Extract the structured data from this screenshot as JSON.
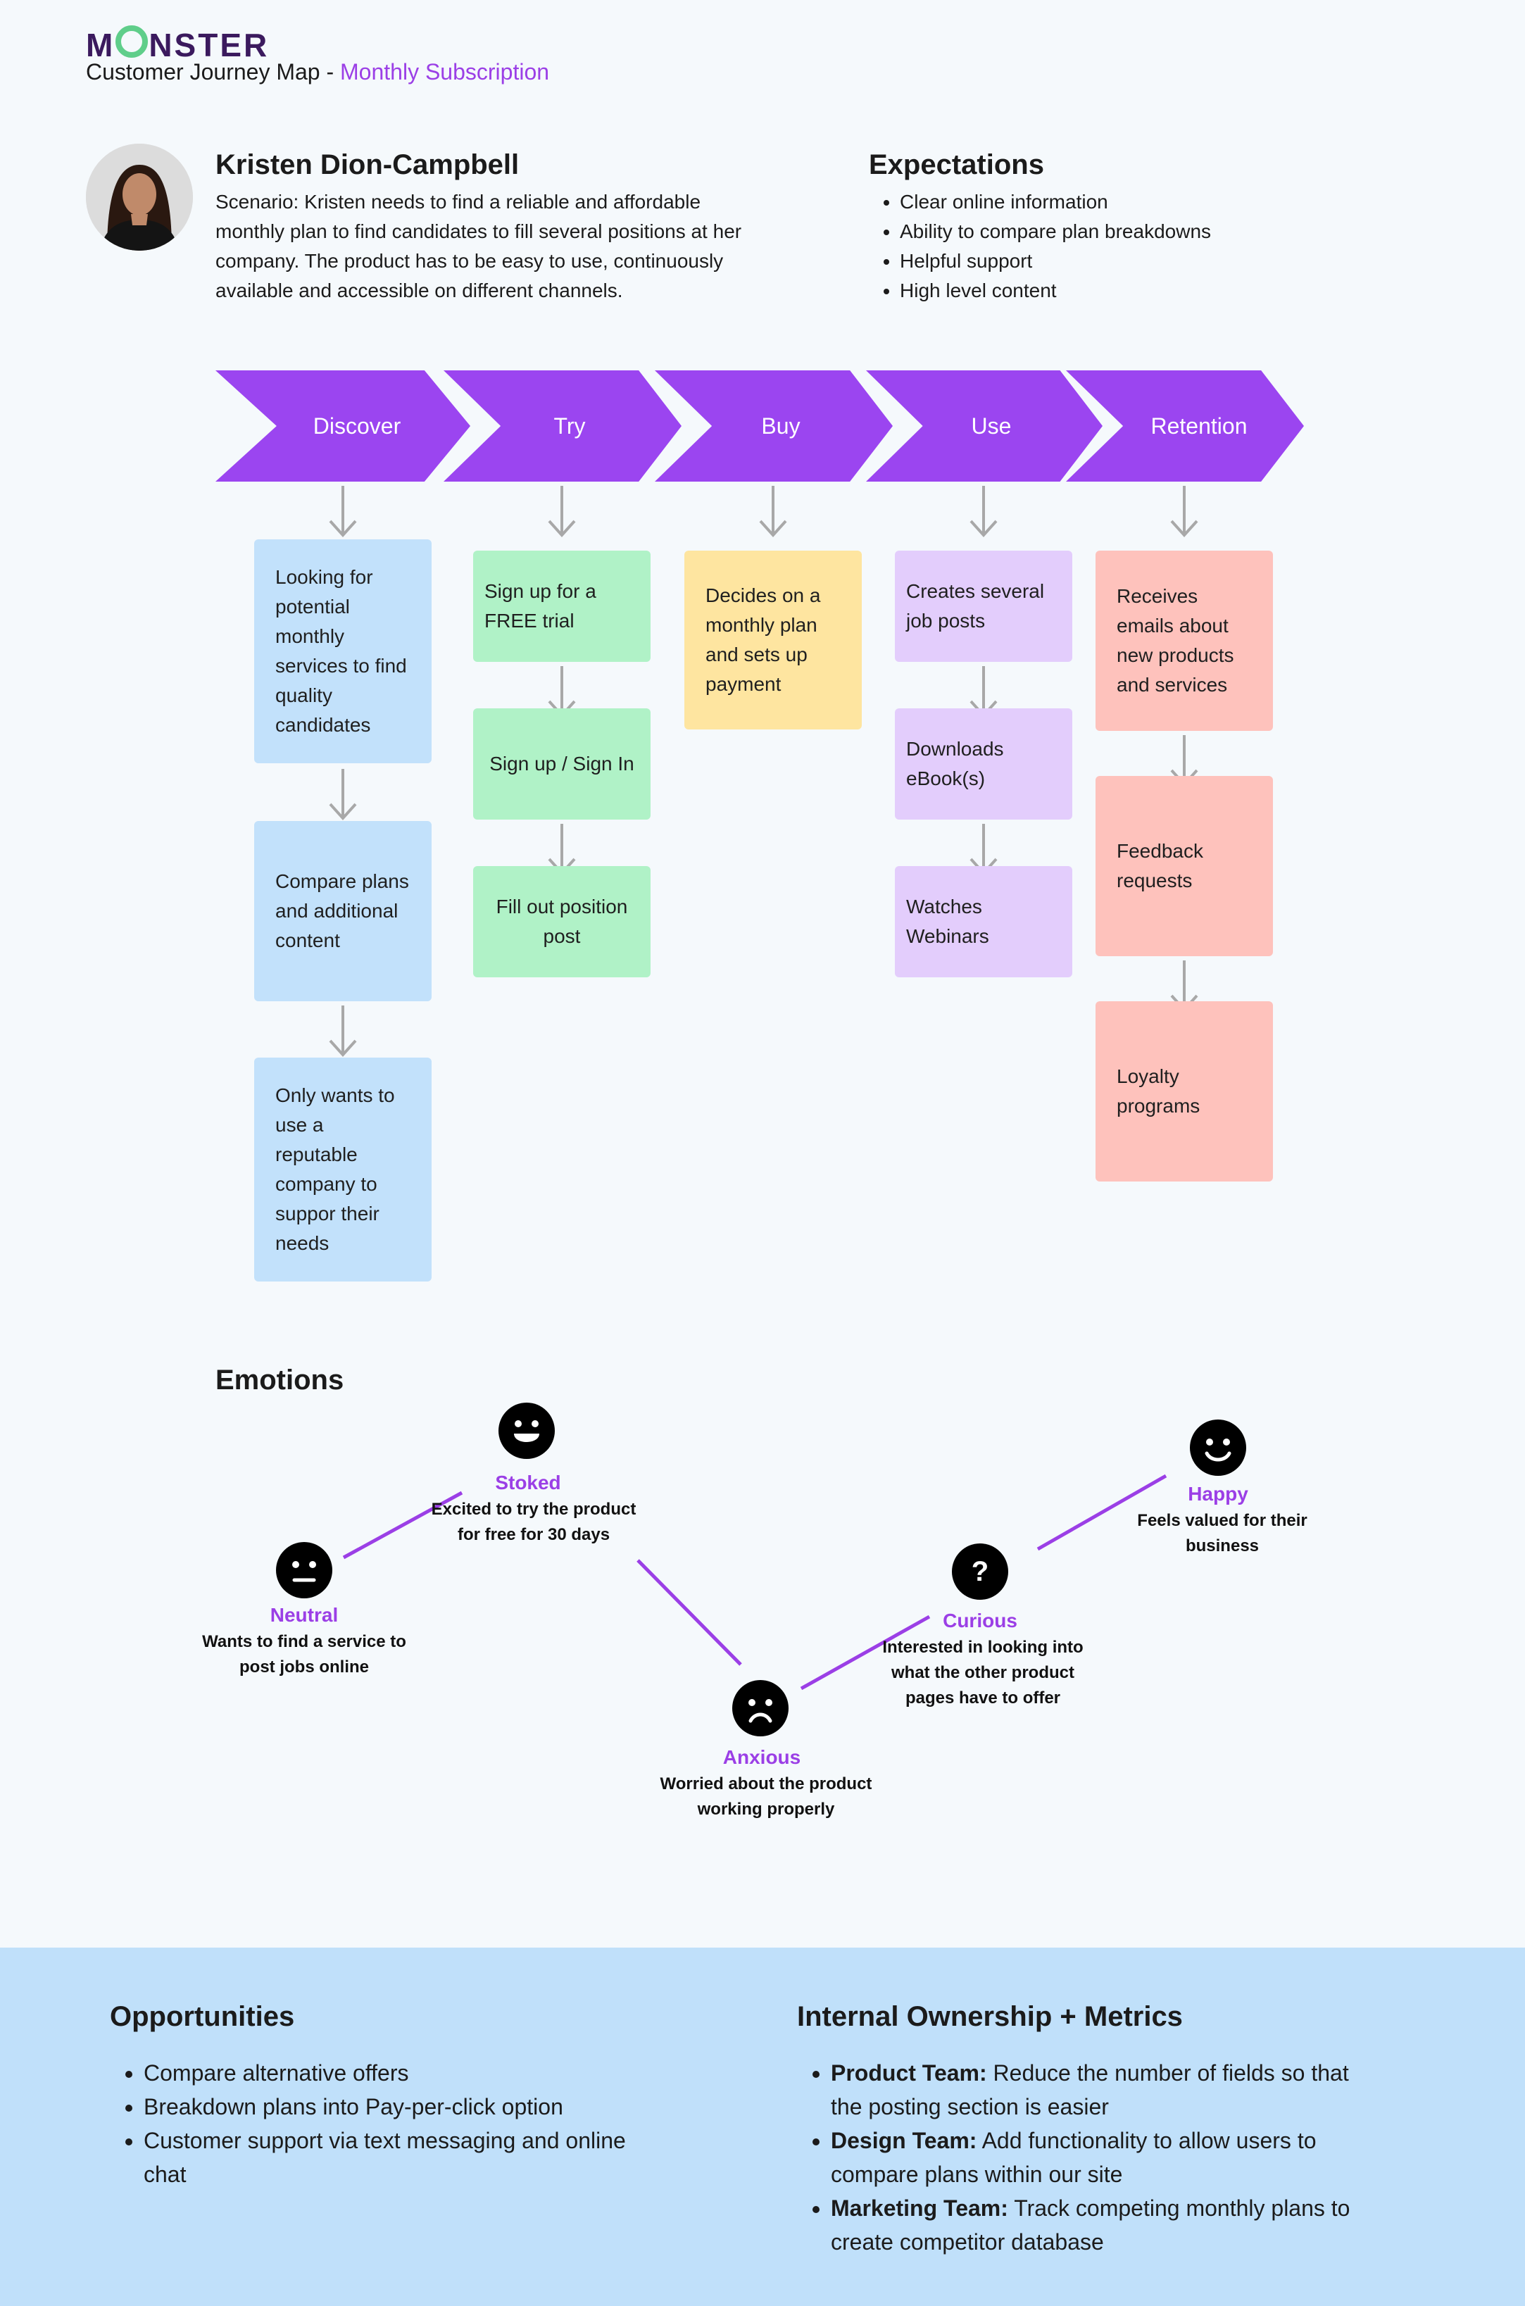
{
  "header": {
    "logo_text": "MONSTER",
    "title_prefix": "Customer Journey Map - ",
    "title_accent": "Monthly Subscription"
  },
  "persona": {
    "name": "Kristen Dion-Campbell",
    "scenario": "Scenario: Kristen needs to find a reliable and affordable monthly plan to find candidates to fill several positions at her company. The product has to be easy to use, continuously available and accessible on different channels."
  },
  "expectations": {
    "title": "Expectations",
    "items": [
      "Clear online information",
      "Ability to compare plan breakdowns",
      "Helpful support",
      "High level content"
    ]
  },
  "stages": [
    {
      "label": "Discover",
      "cards": [
        "Looking for potential monthly services to find quality candidates",
        "Compare plans and additional content",
        "Only wants to use a reputable company to suppor their needs"
      ]
    },
    {
      "label": "Try",
      "cards": [
        "Sign up for a FREE trial",
        "Sign up / Sign In",
        "Fill out position post"
      ]
    },
    {
      "label": "Buy",
      "cards": [
        "Decides on a monthly plan and sets up payment"
      ]
    },
    {
      "label": "Use",
      "cards": [
        "Creates several job posts",
        "Downloads eBook(s)",
        "Watches Webinars"
      ]
    },
    {
      "label": "Retention",
      "cards": [
        "Receives emails about new products and services",
        "Feedback requests",
        "Loyalty programs"
      ]
    }
  ],
  "emotions": {
    "title": "Emotions",
    "points": [
      {
        "label": "Neutral",
        "desc": "Wants to find a service to post jobs online",
        "face": "neutral-face-icon"
      },
      {
        "label": "Stoked",
        "desc": "Excited to try the product for free for 30 days",
        "face": "grinning-face-icon"
      },
      {
        "label": "Anxious",
        "desc": "Worried about the product working properly",
        "face": "frowning-face-icon"
      },
      {
        "label": "Curious",
        "desc": "Interested in looking into what the other product pages have to offer",
        "face": "question-face-icon",
        "glyph": "?"
      },
      {
        "label": "Happy",
        "desc": "Feels valued for their business",
        "face": "smiling-face-icon"
      }
    ]
  },
  "opportunities": {
    "title": "Opportunities",
    "items": [
      "Compare alternative offers",
      "Breakdown plans into Pay-per-click option",
      "Customer support via text messaging and online chat"
    ]
  },
  "ownership": {
    "title": "Internal Ownership + Metrics",
    "items": [
      {
        "team": "Product Team:",
        "text": " Reduce the number of fields so that the posting section is easier"
      },
      {
        "team": "Design Team:",
        "text": " Add functionality to allow users to compare plans within our site"
      },
      {
        "team": "Marketing Team:",
        "text": " Track competing monthly plans to create competitor database"
      }
    ]
  },
  "colors": {
    "accent": "#9b3fe6",
    "stage_fill": "#9b45f0",
    "logo_dark": "#3b1a5e",
    "logo_o": "#5fce8a",
    "discover_card": "#c2e1fb",
    "try_card": "#b0f2c7",
    "buy_card": "#fee5a0",
    "use_card": "#e3cdfc",
    "retention_card": "#fec2bc",
    "bottom_panel": "#c0e0fa"
  }
}
